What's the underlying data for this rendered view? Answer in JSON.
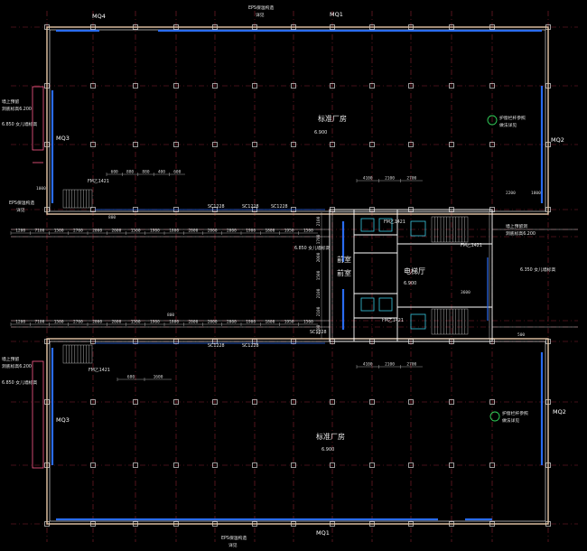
{
  "colors": {
    "background": "#000000",
    "grid": "#8a2030",
    "wall": "#ffffff",
    "wall_alt": "#e8c8a8",
    "window": "#2a6cf0",
    "dimension": "#c8c8c8",
    "stair": "#d8d8d8",
    "green": "#32d25a",
    "cyan": "#38c8e0"
  },
  "door_tags": {
    "md1_top": "MQ1",
    "md4_top": "MQ4",
    "mq3_upper": "MQ3",
    "mq2_upper": "MQ2",
    "mq3_lower": "MQ3",
    "mq2_lower": "MQ2",
    "md1_bottom": "MQ1"
  },
  "rooms": {
    "upper_factory": "标准厂房",
    "upper_factory_elev": "6.900",
    "lower_factory": "标准厂房",
    "lower_factory_elev": "6.900",
    "lobby": "电梯厅",
    "lobby_elev": "6.900",
    "core_left": "前室",
    "core_left2": "前室"
  },
  "notes": {
    "eps_top": "EPS保温构造",
    "eps_top2": "详见",
    "eps_bottom": "EPS保温构造",
    "eps_bottom2": "详见",
    "left_upper_1": "墙上预留",
    "left_upper_2": "洞底标高6.200",
    "left_upper_3": "6.850 女儿墙标高",
    "left_lower_1": "墙上预留",
    "left_lower_2": "洞底标高6.200",
    "left_lower_3": "6.850 女儿墙标高",
    "right_upper_1": "护窗栏杆参照",
    "right_upper_2": "做法详见",
    "right_lower_1": "护窗栏杆参照",
    "right_lower_2": "做法详见",
    "right_mid_1": "墙上预留洞",
    "right_mid_2": "洞底标高6.200",
    "right_mid_3": "6.350 女儿墙标高",
    "core_mid": "6.850 女儿墙标高",
    "eps_left": "EPS保温构造",
    "eps_left2": "详见",
    "fw1": "FM乙1421",
    "fw2": "FM乙1421",
    "fw3": "FM乙1421",
    "fw4": "FM乙1421",
    "fw5": "FM乙1421",
    "sc1": "SC1228",
    "sc2": "SC1228",
    "sc3": "SC1228",
    "sc4": "SC1228",
    "sc5": "SC1228",
    "sc6": "SC1228"
  },
  "dims_upper": [
    "1200",
    "7100",
    "1500",
    "2700",
    "2000",
    "2000",
    "1500",
    "1900",
    "1800",
    "2000",
    "2000",
    "2000",
    "1900",
    "1800",
    "1950",
    "1500"
  ],
  "dims_lower": [
    "1200",
    "7100",
    "1500",
    "2700",
    "2000",
    "2000",
    "1500",
    "1900",
    "1800",
    "2000",
    "2000",
    "2000",
    "1900",
    "1800",
    "1950",
    "1500"
  ],
  "dims_core_top": [
    "4100",
    "2100",
    "2700"
  ],
  "dims_core_bottom": [
    "4100",
    "2100",
    "2700"
  ],
  "dims_mid_vert": [
    "2100",
    "2100",
    "2100",
    "1500",
    "2000",
    "1700",
    "2100"
  ],
  "dims_stair_top": [
    "600",
    "880",
    "880",
    "400",
    "600"
  ],
  "dims_stair_bottom": [
    "680",
    "1600"
  ],
  "misc_nums": {
    "n800a": "800",
    "n800b": "800",
    "n3600": "3600",
    "n1800": "1800",
    "n2200": "2200",
    "n500": "500",
    "n1000": "1000"
  }
}
